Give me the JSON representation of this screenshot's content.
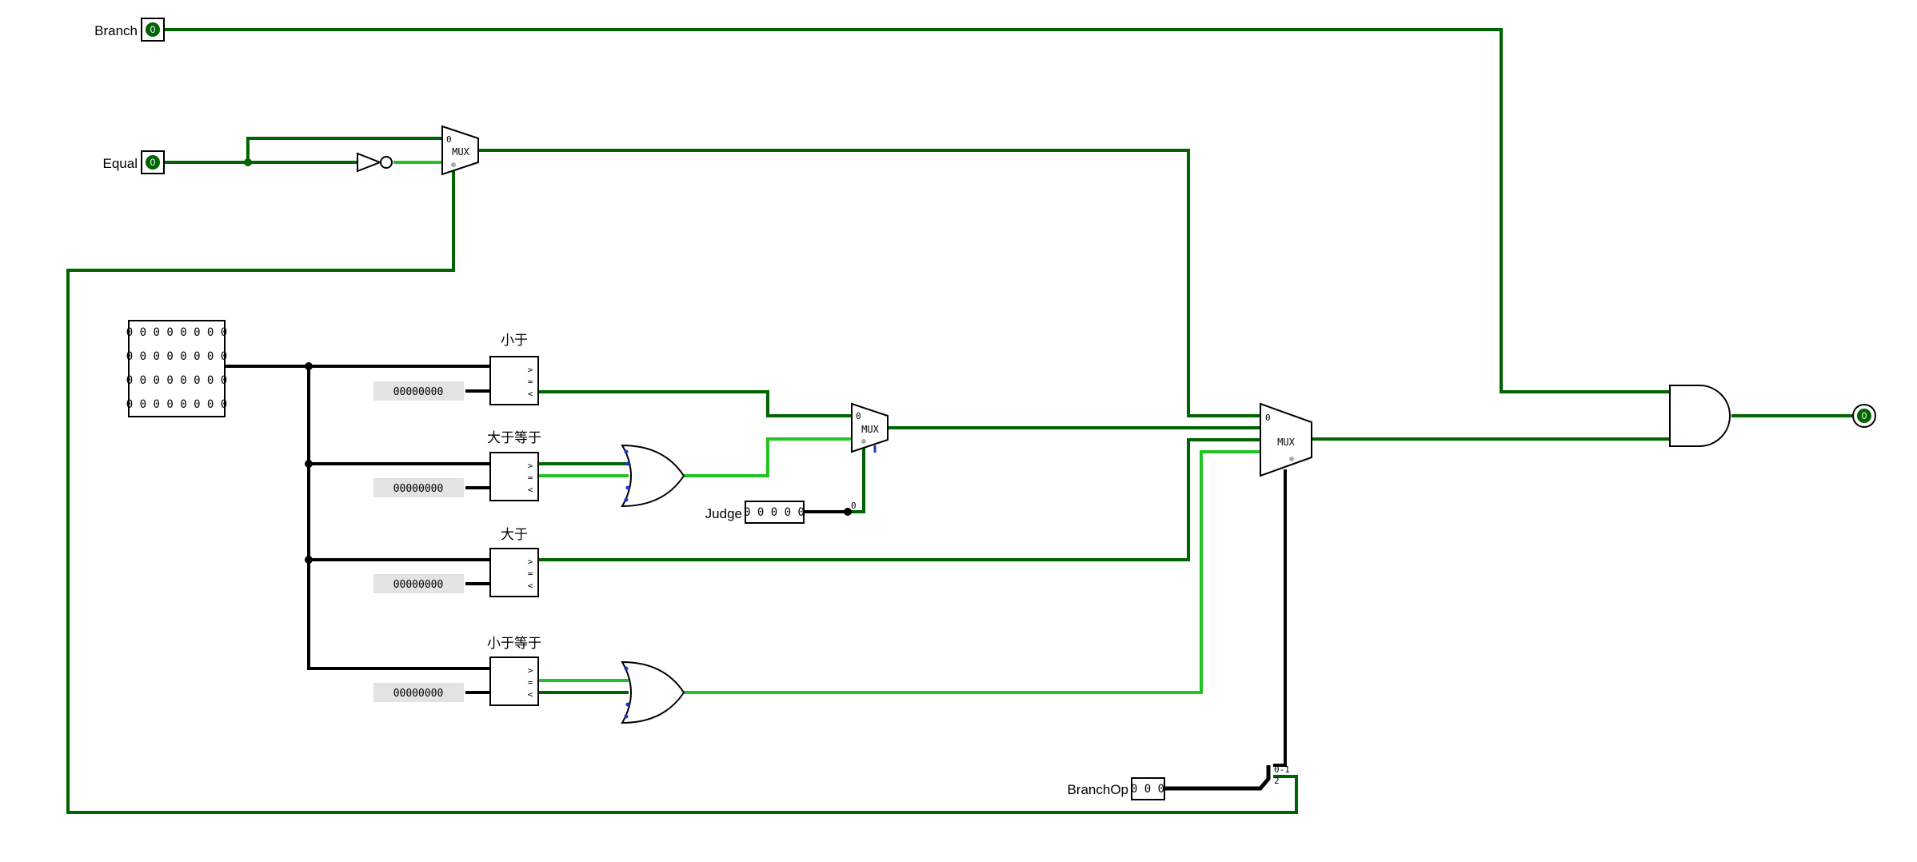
{
  "inputs": {
    "branch": {
      "label": "Branch",
      "value": "0"
    },
    "equal": {
      "label": "Equal",
      "value": "0"
    },
    "judge": {
      "label": "Judge",
      "value": "0 0 0 0 0"
    },
    "branchop": {
      "label": "BranchOp",
      "value": "0 0 0"
    }
  },
  "register": {
    "rows": [
      "0 0 0 0 0 0 0 0",
      "0 0 0 0 0 0 0 0",
      "0 0 0 0 0 0 0 0",
      "0 0 0 0 0 0 0 0"
    ]
  },
  "comparators": [
    {
      "label": "小于",
      "constant": "00000000"
    },
    {
      "label": "大于等于",
      "constant": "00000000"
    },
    {
      "label": "大于",
      "constant": "00000000"
    },
    {
      "label": "小于等于",
      "constant": "00000000"
    }
  ],
  "cmp_ports": {
    "gt": ">",
    "eq": "=",
    "lt": "<"
  },
  "mux_label": "MUX",
  "mux_port_zero": "0",
  "judge_bit_index": "0",
  "splitter": {
    "range": "0-1",
    "bit": "2"
  },
  "output": {
    "value": "0"
  },
  "colors": {
    "wire_dark": "#006400",
    "wire_bright": "#22c322",
    "wire_bus": "#000000",
    "const_bg": "#e3e3e3"
  }
}
